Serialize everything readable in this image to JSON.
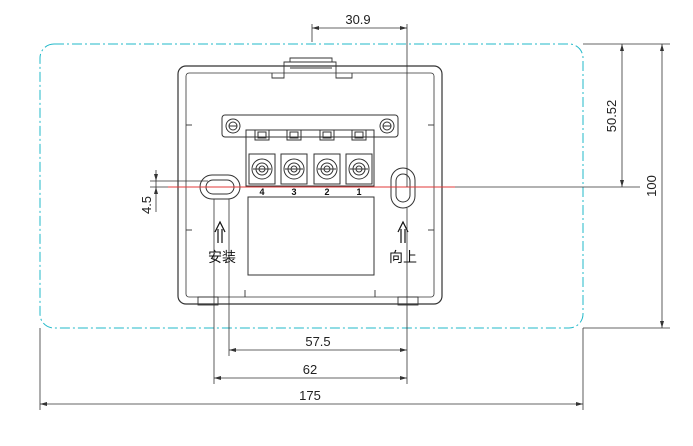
{
  "dimensions": {
    "top_width": "30.9",
    "right_offset": "50.52",
    "right_height": "100",
    "left_small": "4.5",
    "hole_spacing": "57.5",
    "outer_hole_spacing": "62",
    "overall_width": "175"
  },
  "terminals": [
    "4",
    "3",
    "2",
    "1"
  ],
  "labels": {
    "install": "安装",
    "up": "向上"
  },
  "colors": {
    "outline": "#333333",
    "dashed_outline": "#22b8c9",
    "centerline": "#e03a3a"
  }
}
